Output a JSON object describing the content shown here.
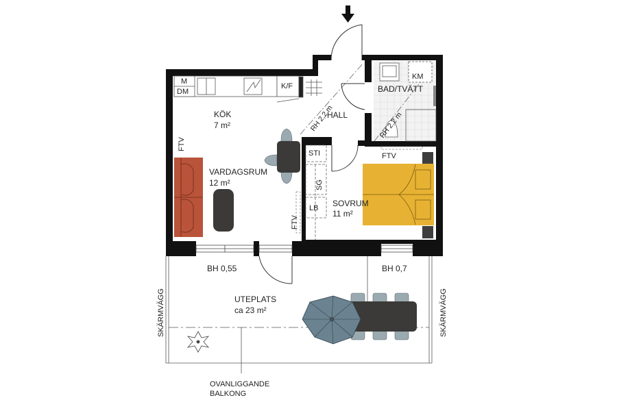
{
  "plan": {
    "type": "apartment-floor-plan",
    "colors": {
      "wall": "#111111",
      "sofa": "#b9533a",
      "bed": "#e7b233",
      "furniture_dark": "#3b3a38",
      "chair": "#9aaab0",
      "umbrella": "#6b8390",
      "bath_tile": "#f1f1f1"
    },
    "rooms": {
      "kitchen": {
        "name": "KÖK",
        "area": "7 m²"
      },
      "living": {
        "name": "VARDAGSRUM",
        "area": "12 m²"
      },
      "hall": {
        "name": "HALL"
      },
      "bath": {
        "name": "BAD/TVÄTT"
      },
      "bedroom": {
        "name": "SOVRUM",
        "area": "11 m²"
      },
      "patio": {
        "name": "UTEPLATS",
        "area": "ca 23 m²"
      }
    },
    "fixtures": {
      "microwave": "M",
      "dishwasher": "DM",
      "fridge_freezer": "K/F",
      "washer": "KM",
      "storage": "STI",
      "wardrobe": "SG",
      "linen": "LB",
      "ftv_living": "FTV",
      "ftv_bedroom_wall": "FTV",
      "ftv_bedroom": "FTV"
    },
    "ceiling_heights": {
      "hall": "RH 2,2 m",
      "bath": "RH 2,2 m"
    },
    "windows": {
      "living": "BH 0,55",
      "bedroom": "BH 0,7"
    },
    "patio_labels": {
      "screen_wall_left": "SKÄRMVÄGG",
      "screen_wall_right": "SKÄRMVÄGG",
      "balcony_above_line1": "OVANLIGGANDE",
      "balcony_above_line2": "BALKONG"
    },
    "entrance_marker": "entrance-arrow"
  }
}
